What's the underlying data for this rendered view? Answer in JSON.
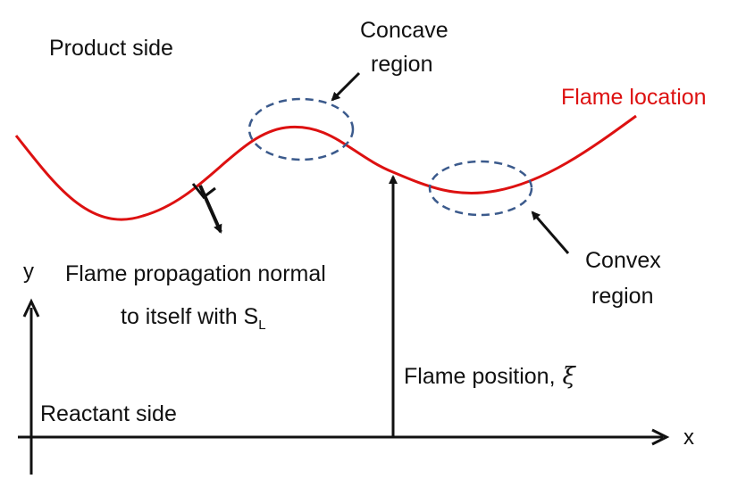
{
  "labels": {
    "product_side": "Product side",
    "reactant_side": "Reactant side",
    "concave_line1": "Concave",
    "concave_line2": "region",
    "convex_line1": "Convex",
    "convex_line2": "region",
    "flame_location": "Flame location",
    "propagation_line1": "Flame propagation normal",
    "propagation_line2": "to itself with S",
    "propagation_subscript": "L",
    "flame_position": "Flame position,",
    "xi_symbol": "ξ",
    "x_axis": "x",
    "y_axis": "y"
  },
  "colors": {
    "flame": "#dd1111",
    "region_ellipse": "#3b5a8c",
    "ink": "#111111"
  }
}
